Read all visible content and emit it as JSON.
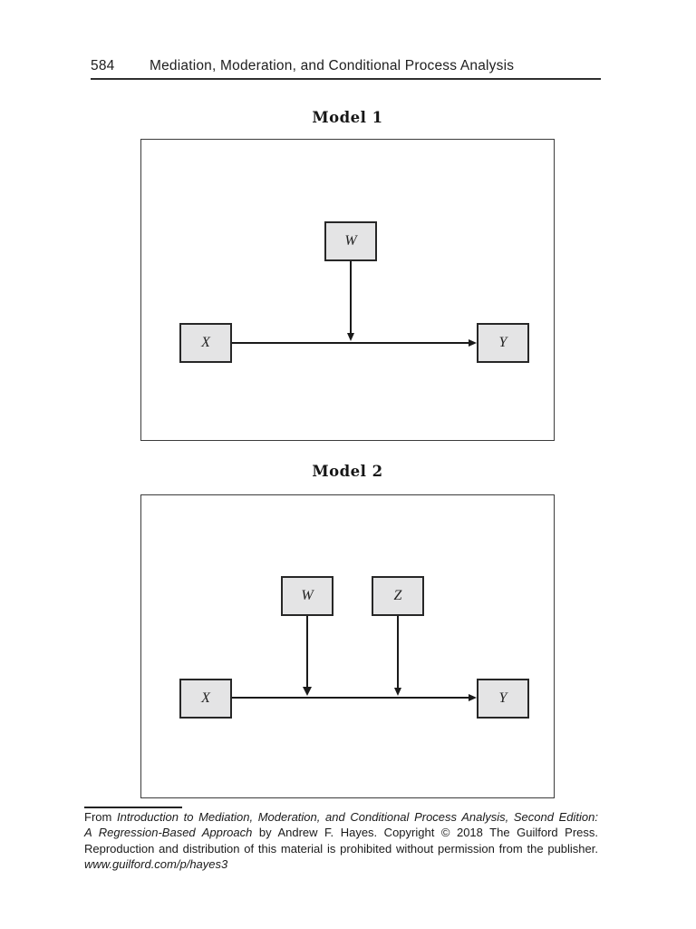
{
  "header": {
    "page_number": "584",
    "running_title": "Mediation, Moderation, and Conditional Process Analysis"
  },
  "model1": {
    "title": "Model 1",
    "nodes": {
      "w": "W",
      "x": "X",
      "y": "Y"
    }
  },
  "model2": {
    "title": "Model 2",
    "nodes": {
      "w": "W",
      "z": "Z",
      "x": "X",
      "y": "Y"
    }
  },
  "footer": {
    "line1_roman": "From ",
    "line1_italic": "Introduction to Mediation, Moderation, and Conditional Process Analysis, Second Edition:",
    "line2_italic": "A Regression-Based Approach",
    "line2_roman": " by Andrew F. Hayes. Copyright © 2018 The Guilford Press.",
    "line3": "Reproduction and distribution of this material is prohibited without permission from the publisher.",
    "line4_italic": "www.guilford.com/p/hayes3"
  },
  "colors": {
    "node_fill": "#e4e4e5",
    "node_border": "#272727",
    "line_color": "#1a1a1a",
    "text_color": "#1c1c1c"
  }
}
